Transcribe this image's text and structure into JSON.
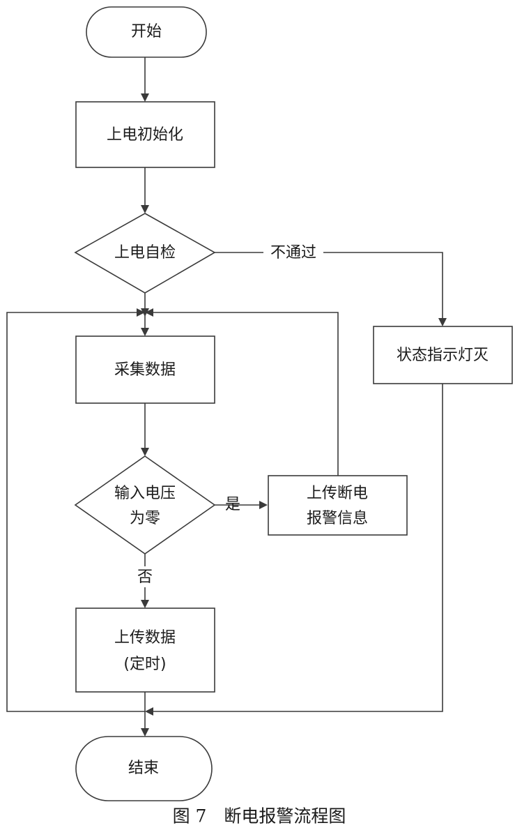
{
  "nodes": {
    "start": "开始",
    "power_on_init": "上电初始化",
    "self_check": "上电自检",
    "collect_data": "采集数据",
    "voltage_zero_line1": "输入电压",
    "voltage_zero_line2": "为零",
    "upload_alarm_line1": "上传断电",
    "upload_alarm_line2": "报警信息",
    "upload_data_line1": "上传数据",
    "upload_data_line2": "(定时)",
    "indicator_off": "状态指示灯灭",
    "end": "结束"
  },
  "edges": {
    "fail": "不通过",
    "yes": "是",
    "no": "否"
  },
  "caption": "图 7　断电报警流程图"
}
